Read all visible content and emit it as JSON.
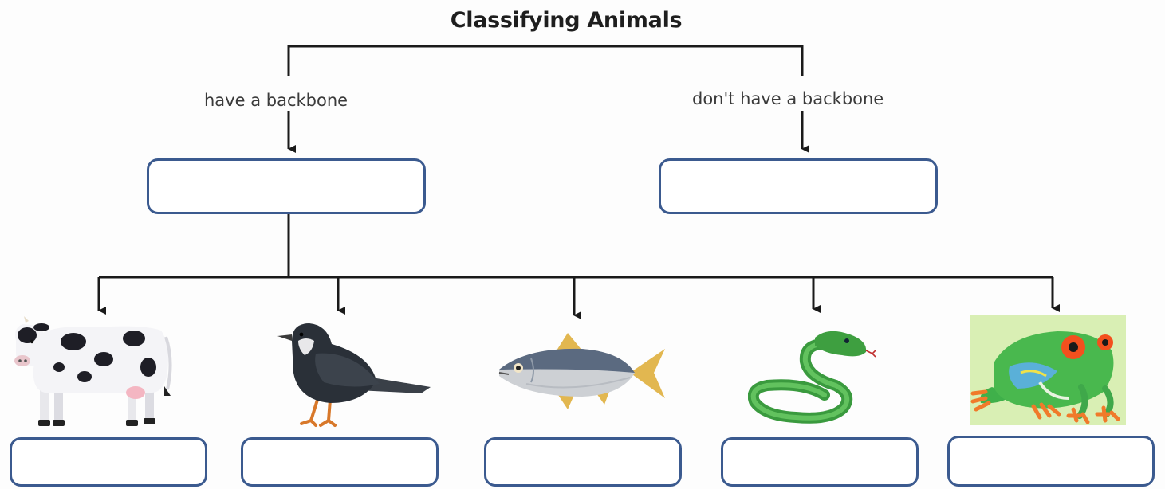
{
  "diagram": {
    "title": "Classifying Animals",
    "branches": [
      {
        "label": "have a backbone",
        "answer_value": ""
      },
      {
        "label": "don't have a backbone",
        "answer_value": ""
      }
    ],
    "animals": [
      {
        "icon": "cow-icon",
        "answer_value": ""
      },
      {
        "icon": "bird-icon",
        "answer_value": ""
      },
      {
        "icon": "fish-icon",
        "answer_value": ""
      },
      {
        "icon": "snake-icon",
        "answer_value": ""
      },
      {
        "icon": "frog-icon",
        "answer_value": ""
      }
    ],
    "colors": {
      "box_border": "#3b5a8f",
      "line": "#1a1a1a",
      "frog_background": "#d9efb4"
    }
  }
}
